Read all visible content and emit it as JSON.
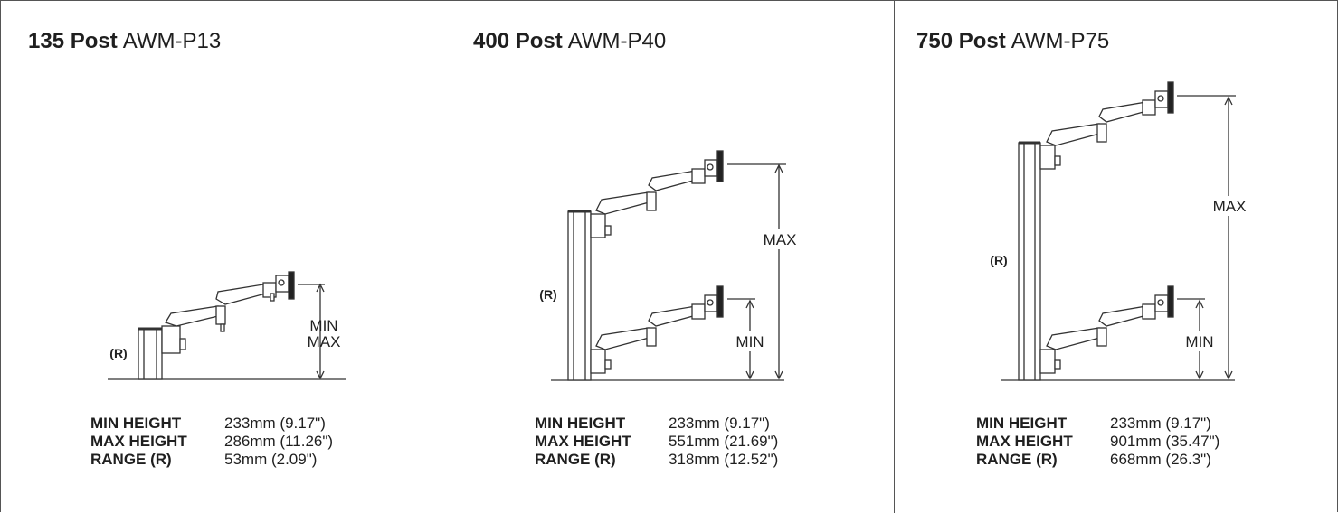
{
  "panels": [
    {
      "post": "135 Post",
      "model": "AWM-P13",
      "label_r": "(R)",
      "dim_labels": [
        "MIN",
        "MAX"
      ],
      "specs": [
        {
          "key": "MIN HEIGHT",
          "value": "233mm (9.17\")"
        },
        {
          "key": "MAX HEIGHT",
          "value": "286mm (11.26\")"
        },
        {
          "key": "RANGE (R)",
          "value": "53mm (2.09\")"
        }
      ]
    },
    {
      "post": "400 Post",
      "model": "AWM-P40",
      "label_r": "(R)",
      "dim_labels": [
        "MAX",
        "MIN"
      ],
      "specs": [
        {
          "key": "MIN HEIGHT",
          "value": "233mm (9.17\")"
        },
        {
          "key": "MAX HEIGHT",
          "value": "551mm (21.69\")"
        },
        {
          "key": "RANGE (R)",
          "value": "318mm (12.52\")"
        }
      ]
    },
    {
      "post": "750 Post",
      "model": "AWM-P75",
      "label_r": "(R)",
      "dim_labels": [
        "MAX",
        "MIN"
      ],
      "specs": [
        {
          "key": "MIN HEIGHT",
          "value": "233mm (9.17\")"
        },
        {
          "key": "MAX HEIGHT",
          "value": "901mm (35.47\")"
        },
        {
          "key": "RANGE (R)",
          "value": "668mm (26.3\")"
        }
      ]
    }
  ]
}
